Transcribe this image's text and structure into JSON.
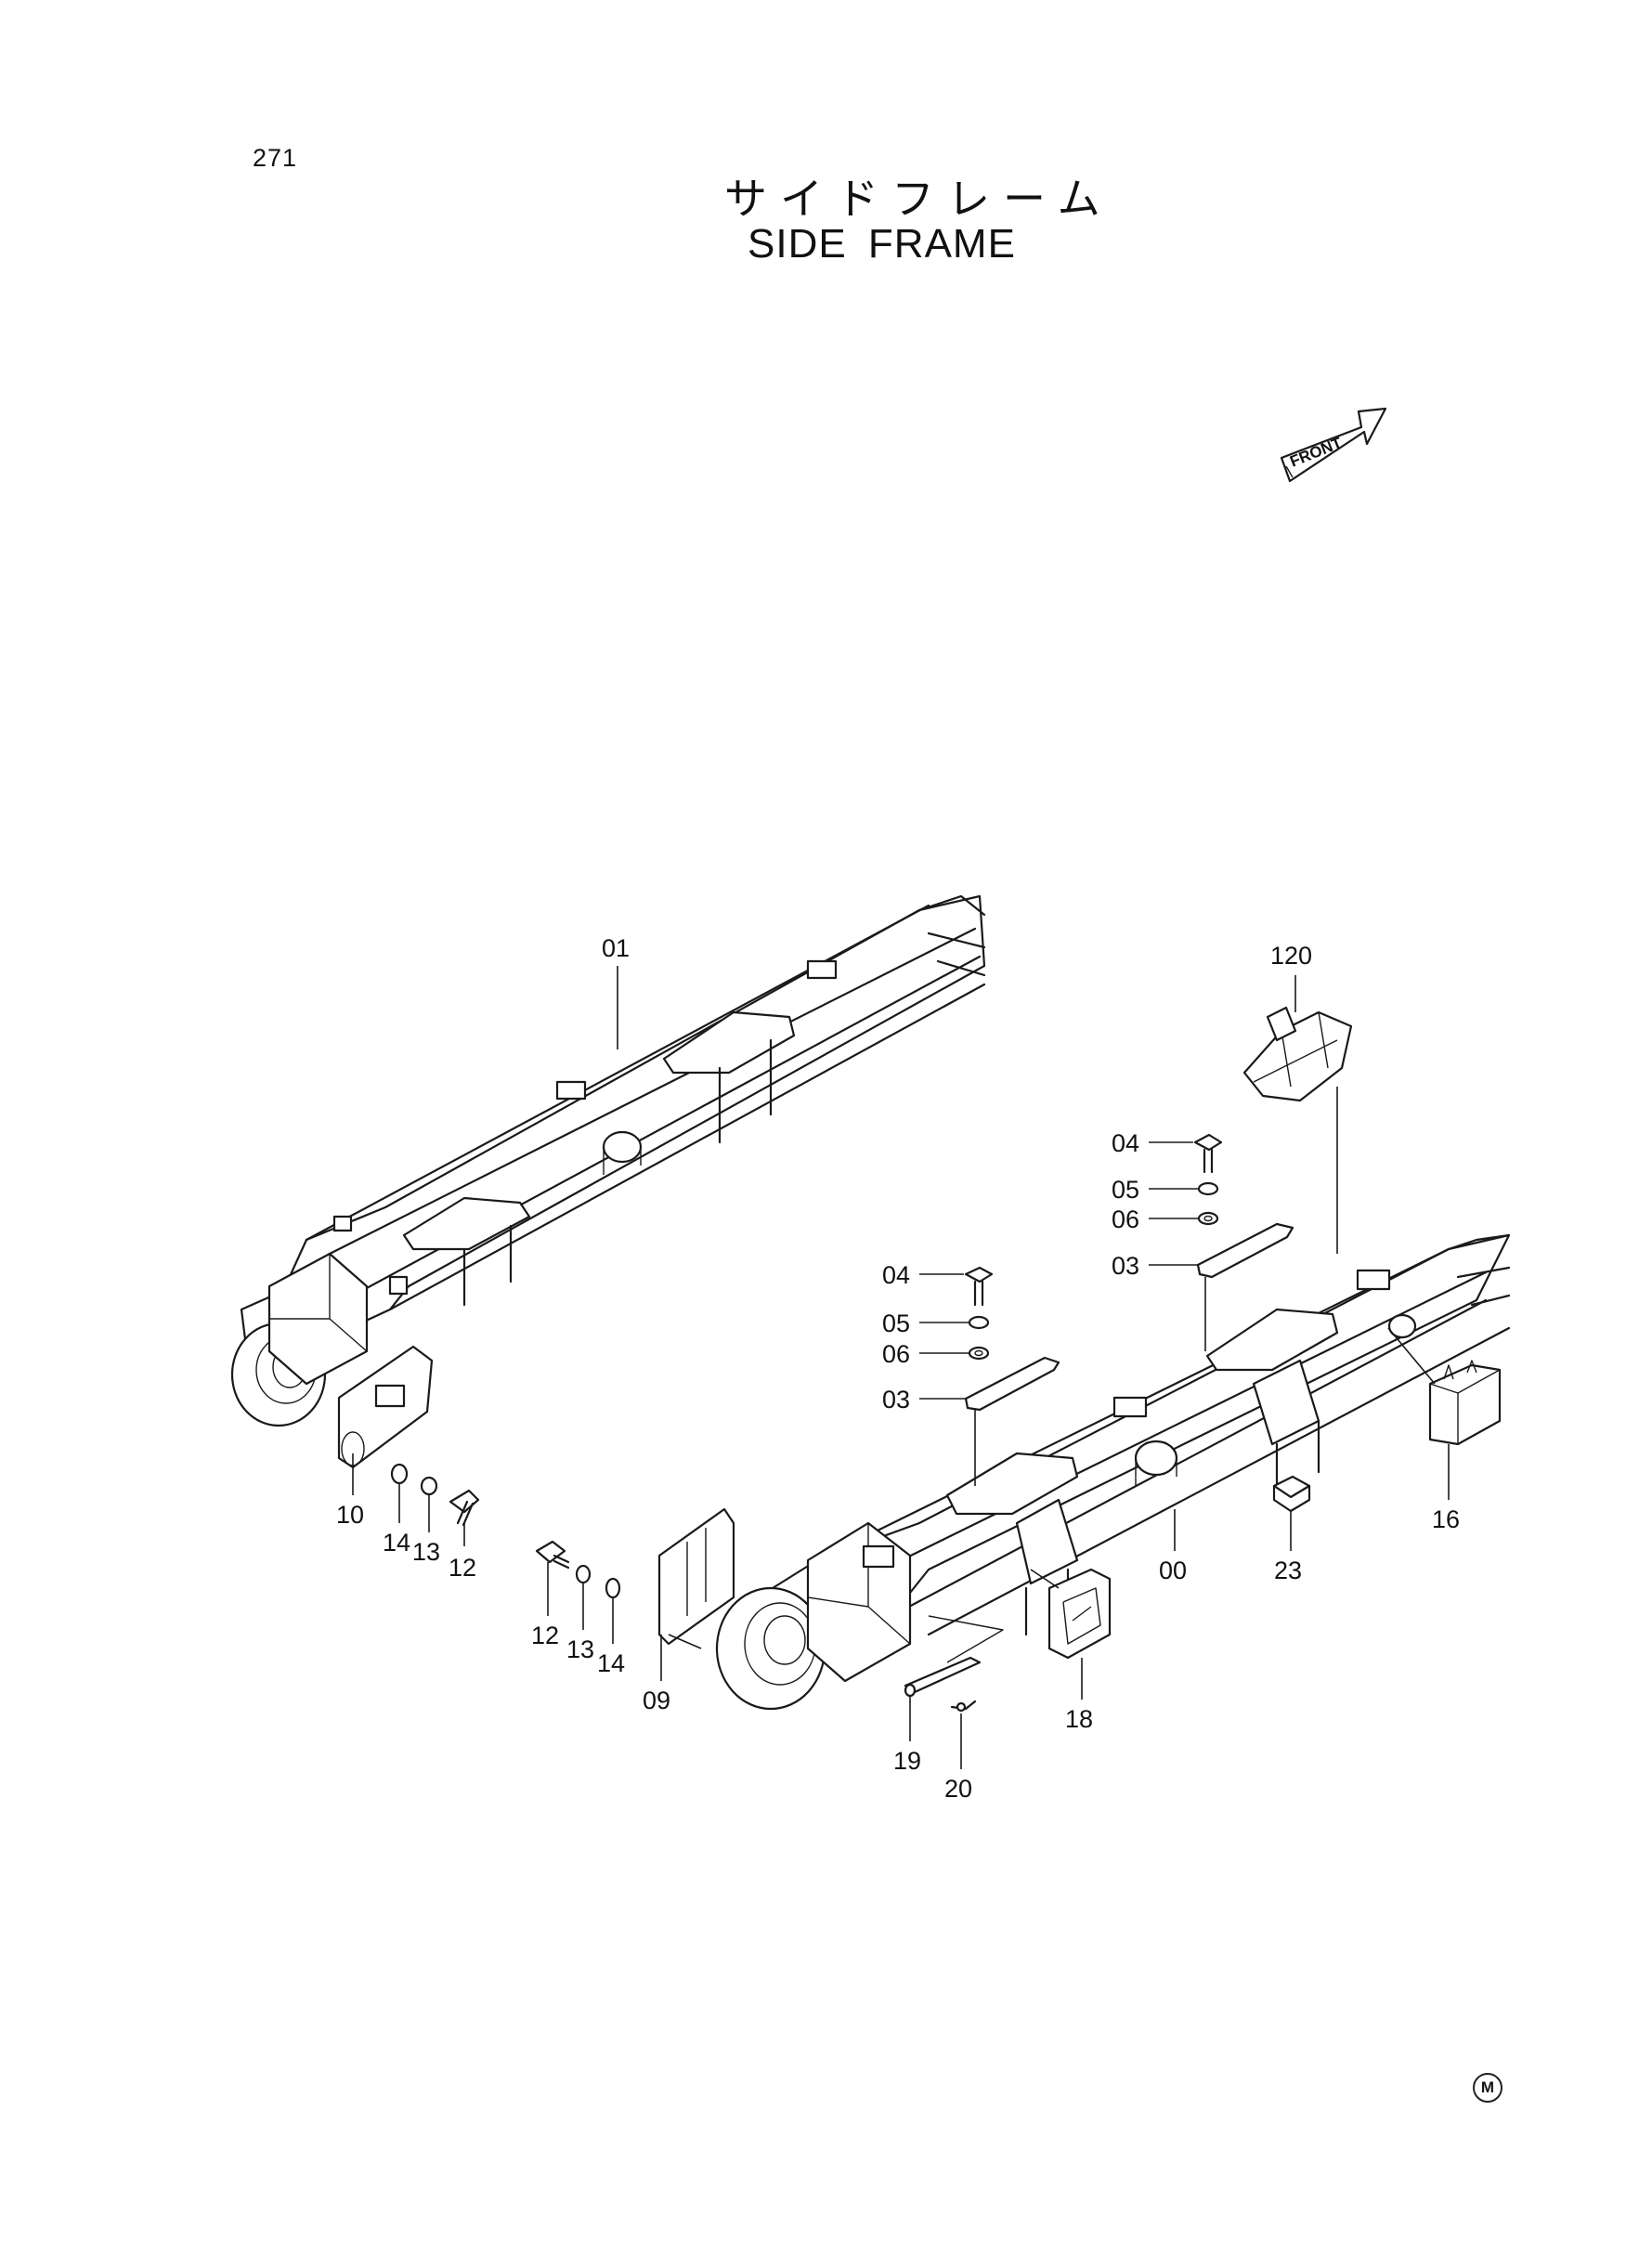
{
  "page_number": "271",
  "title_ja": "サイドフレーム",
  "title_en": "SIDE FRAME",
  "front_label": "FRONT",
  "corner_mark": "M",
  "callouts": {
    "c01": "01",
    "c120": "120",
    "c04a": "04",
    "c05a": "05",
    "c06a": "06",
    "c03a": "03",
    "c04b": "04",
    "c05b": "05",
    "c06b": "06",
    "c03b": "03",
    "c10": "10",
    "c14a": "14",
    "c13a": "13",
    "c12a": "12",
    "c12b": "12",
    "c13b": "13",
    "c14b": "14",
    "c09": "09",
    "c00": "00",
    "c23": "23",
    "c16": "16",
    "c18": "18",
    "c19": "19",
    "c20": "20"
  }
}
